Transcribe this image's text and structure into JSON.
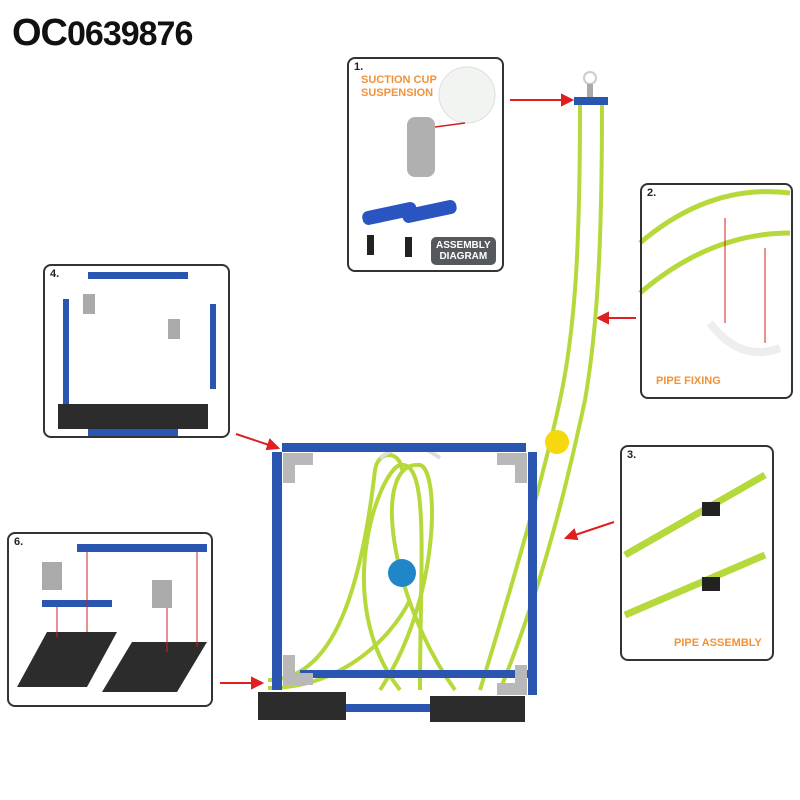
{
  "product_code": {
    "prefix": "OC",
    "number": "0639876"
  },
  "panels": [
    {
      "number": "1.",
      "caption_line1": "SUCTION CUP",
      "caption_line2": "SUSPENSION",
      "badge_line1": "ASSEMBLY",
      "badge_line2": "DIAGRAM"
    },
    {
      "number": "2.",
      "caption": "PIPE FIXING"
    },
    {
      "number": "3.",
      "caption": "PIPE ASSEMBLY"
    },
    {
      "number": "4."
    },
    {
      "number": "6."
    }
  ],
  "colors": {
    "panel_bg": "#dcebd8",
    "caption": "#f0923a",
    "frame_blue": "#2a55b0",
    "tube_green": "#b5d93a",
    "arrow_red": "#e02020"
  }
}
